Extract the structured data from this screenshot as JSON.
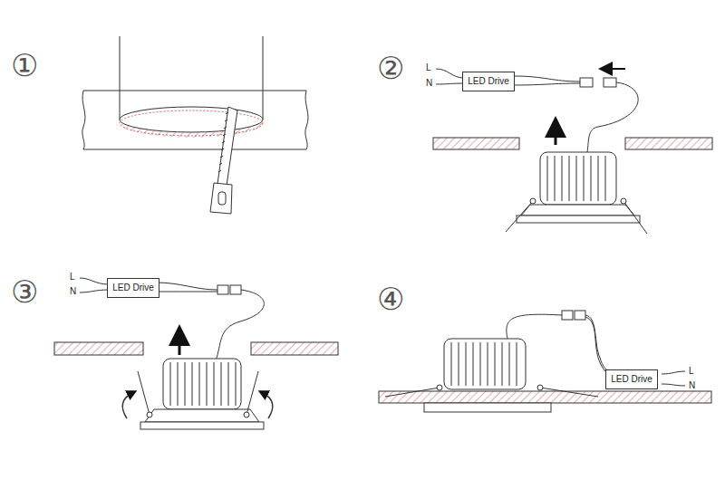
{
  "diagram": {
    "nodes": [
      {
        "text": [
          "LED Drive"
        ]
      },
      {
        "text": [
          "LED Drive"
        ]
      },
      {
        "text": [
          "LED Drive"
        ]
      }
    ],
    "labels": [
      "①",
      "②",
      "L",
      "N",
      "③",
      "L",
      "N",
      "④",
      "L",
      "N"
    ]
  }
}
